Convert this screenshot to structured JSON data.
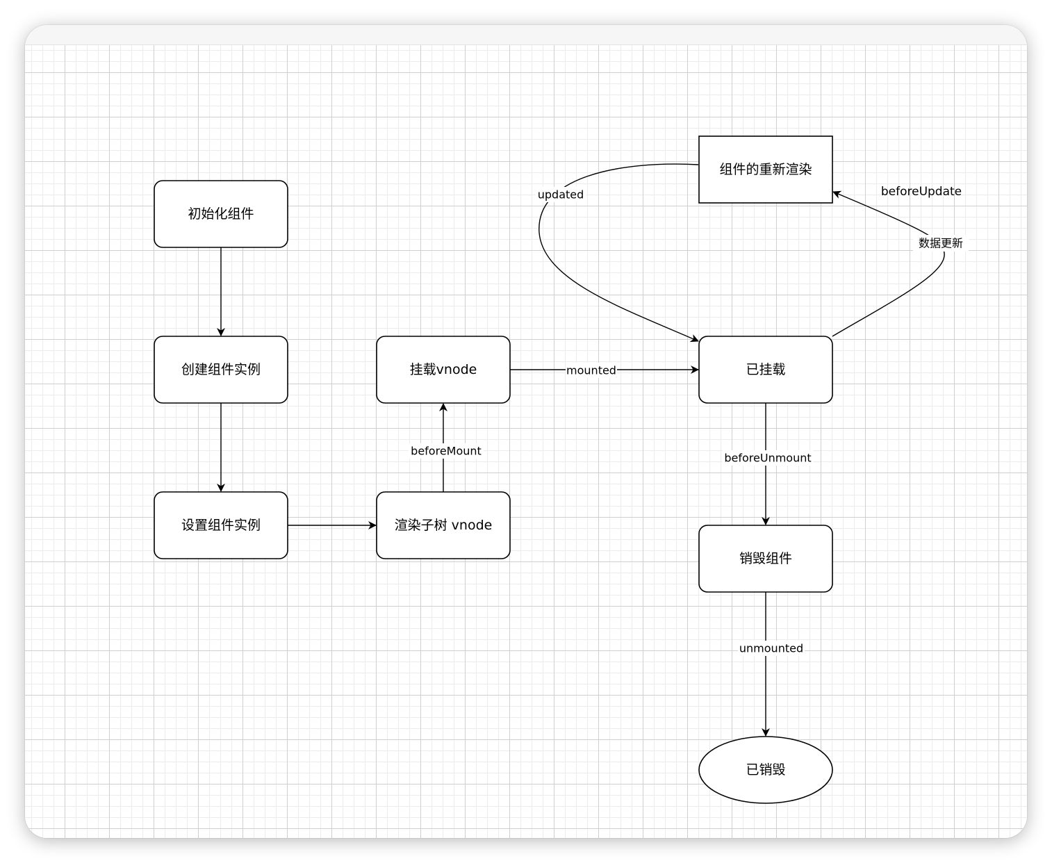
{
  "nodes": {
    "init_component": "初始化组件",
    "create_instance": "创建组件实例",
    "setup_instance": "设置组件实例",
    "render_subtree": "渲染子树 vnode",
    "mount_vnode": "挂载vnode",
    "mounted_state": "已挂载",
    "rerender": "组件的重新渲染",
    "destroy_component": "销毁组件",
    "destroyed_state": "已销毁"
  },
  "edge_labels": {
    "before_mount": "beforeMount",
    "mounted": "mounted",
    "updated": "updated",
    "before_update": "beforeUpdate",
    "data_update": "数据更新",
    "before_unmount": "beforeUnmount",
    "unmounted": "unmounted"
  },
  "colors": {
    "stroke": "#000000",
    "fill": "#ffffff",
    "grid_major": "#cfcfcf",
    "grid_minor": "#ececec"
  }
}
